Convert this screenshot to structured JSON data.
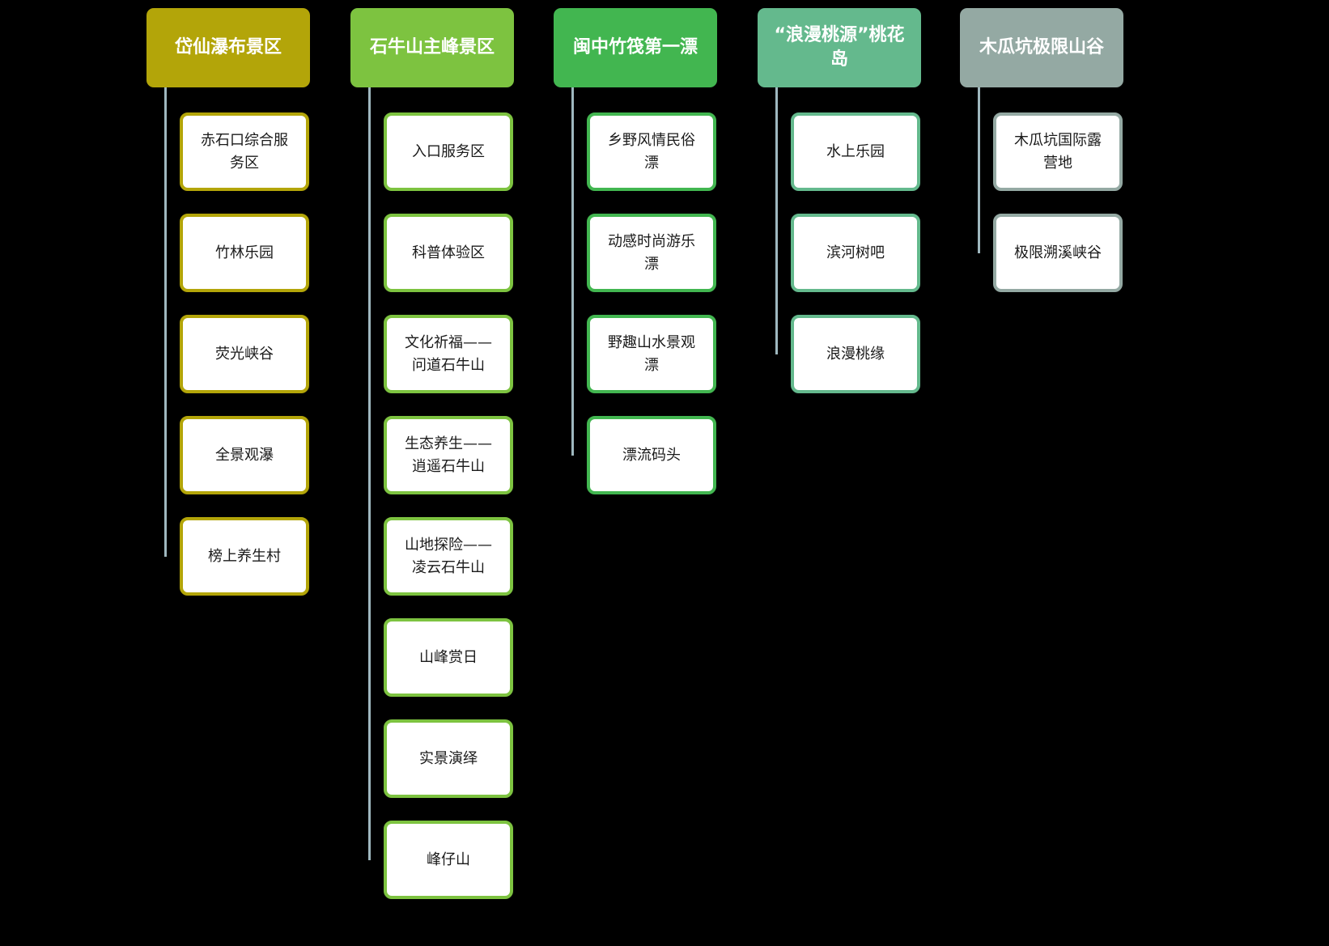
{
  "diagram": {
    "background": "#000000",
    "connector_color": "#9fb8bf",
    "node_fill": "#ffffff",
    "node_text_color": "#1a1a1a",
    "header_text_color": "#ffffff",
    "columns": [
      {
        "title": "岱仙瀑布景区",
        "accent": "#b3a509",
        "children": [
          "赤石口综合服务区",
          "竹林乐园",
          "荧光峡谷",
          "全景观瀑",
          "榜上养生村"
        ]
      },
      {
        "title": "石牛山主峰景区",
        "accent": "#7dc340",
        "children": [
          "入口服务区",
          "科普体验区",
          "文化祈福——问道石牛山",
          "生态养生——逍遥石牛山",
          "山地探险——凌云石牛山",
          "山峰赏日",
          "实景演绎",
          "峰仔山"
        ]
      },
      {
        "title": "闽中竹筏第一漂",
        "accent": "#42b650",
        "children": [
          "乡野风情民俗漂",
          "动感时尚游乐漂",
          "野趣山水景观漂",
          "漂流码头"
        ]
      },
      {
        "title": "“浪漫桃源”桃花岛",
        "accent": "#64b98d",
        "children": [
          "水上乐园",
          "滨河树吧",
          "浪漫桃缘"
        ]
      },
      {
        "title": "木瓜坑极限山谷",
        "accent": "#94a9a3",
        "children": [
          "木瓜坑国际露营地",
          "极限溯溪峡谷"
        ]
      }
    ]
  }
}
